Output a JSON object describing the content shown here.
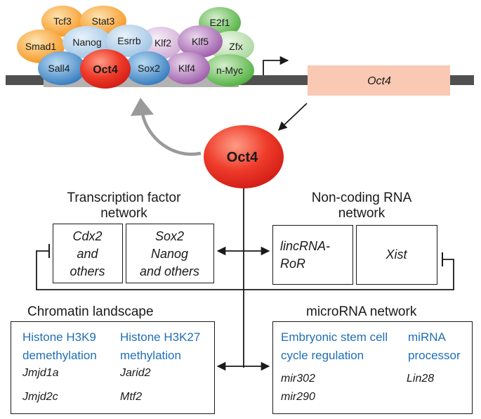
{
  "colors": {
    "oct4_red": "#e8231f",
    "oct4_orange": "#f7941d",
    "blue_tf": "#3d86c6",
    "light_blue_tf": "#aacbe6",
    "purple_tf": "#a86ab3",
    "light_purple_tf": "#d7b8da",
    "green_tf": "#5bb849",
    "light_green_tf": "#b4dca6",
    "gene_box": "#f9c9b4",
    "dna": "#505050",
    "accent_blue": "#1f6fb5"
  },
  "promoter": {
    "tfs": {
      "tcf3": "Tcf3",
      "stat3": "Stat3",
      "smad1": "Smad1",
      "nanog": "Nanog",
      "esrrb": "Esrrb",
      "klf2": "Klf2",
      "klf5": "Klf5",
      "e2f1": "E2f1",
      "zfx": "Zfx",
      "sall4": "Sall4",
      "oct4": "Oct4",
      "sox2": "Sox2",
      "klf4": "Klf4",
      "nmyc": "n-Myc"
    },
    "gene_label": "Oct4"
  },
  "center": {
    "label": "Oct4"
  },
  "tf_network": {
    "title": "Transcription factor\nnetwork",
    "box1": "Cdx2\nand\nothers",
    "box2": "Sox2\nNanog\nand others"
  },
  "ncrna_network": {
    "title": "Non-coding RNA\nnetwork",
    "box1": "lincRNA-\nRoR",
    "box2": "Xist"
  },
  "chromatin": {
    "title": "Chromatin landscape",
    "col1_heading": "Histone H3K9\ndemethylation",
    "col2_heading": "Histone H3K27\nmethylation",
    "col1_genes": [
      "Jmjd1a",
      "Jmjd2c"
    ],
    "col2_genes": [
      "Jarid2",
      "Mtf2"
    ]
  },
  "microrna": {
    "title": "microRNA network",
    "col1_heading": "Embryonic stem cell\ncycle regulation",
    "col2_heading": "miRNA\nprocessor",
    "col1_genes": [
      "mir302",
      "mir290"
    ],
    "col2_genes": [
      "Lin28"
    ]
  }
}
